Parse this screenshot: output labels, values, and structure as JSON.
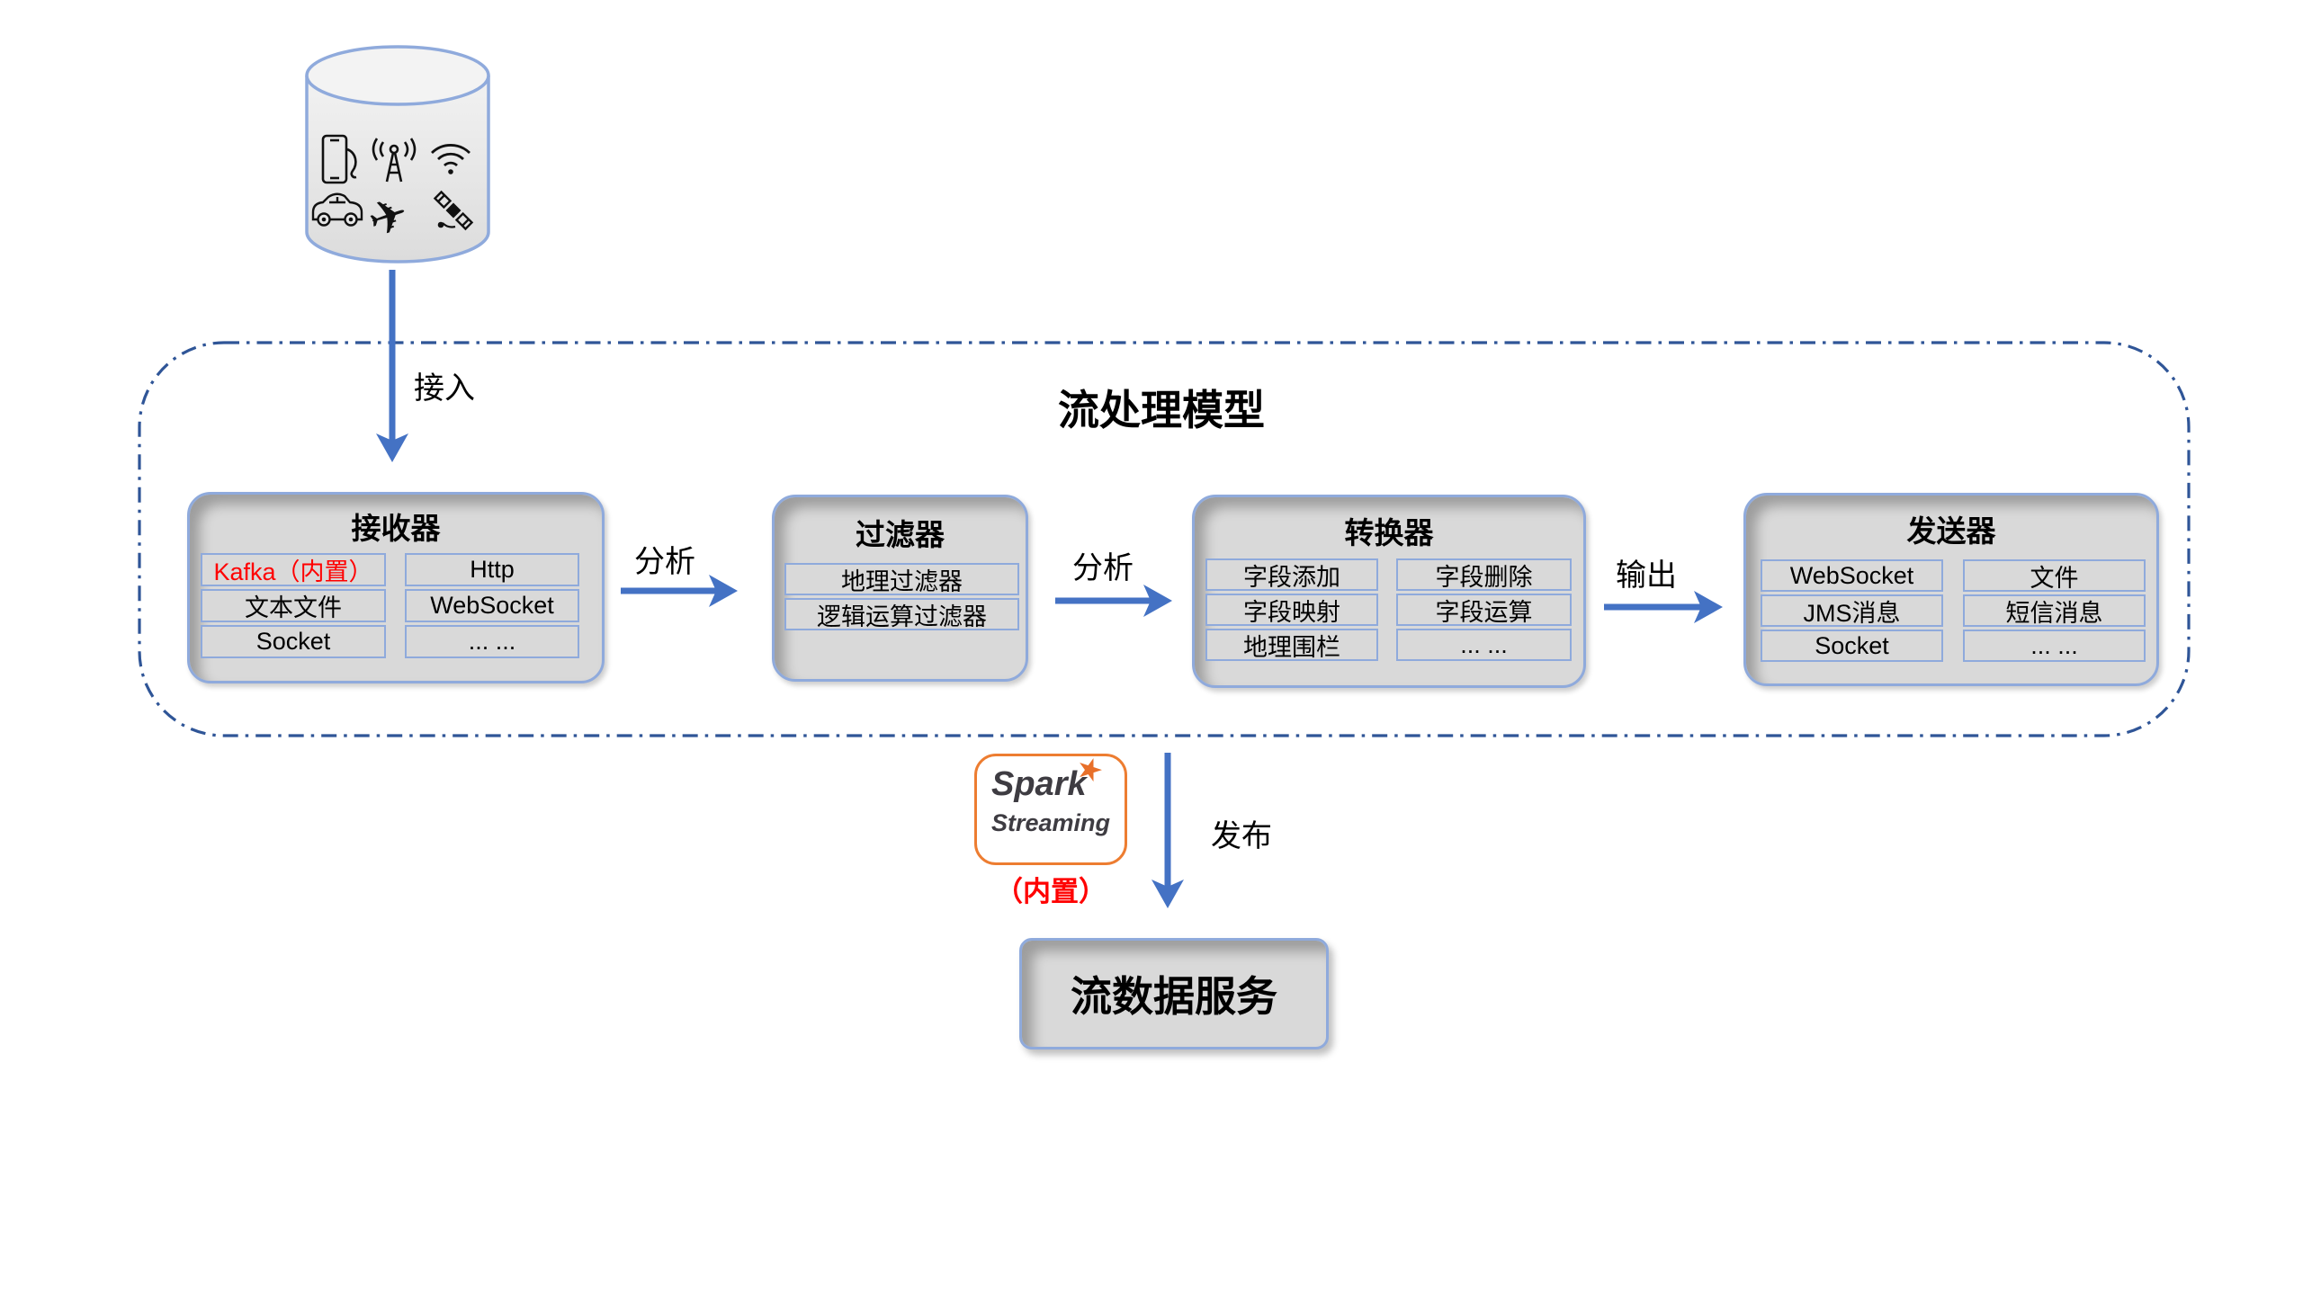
{
  "source": {
    "description_icons": [
      "smartphone",
      "radio-tower",
      "wifi",
      "car",
      "airplane",
      "satellite"
    ]
  },
  "flow_labels": {
    "access": "接入",
    "analyze_1": "分析",
    "analyze_2": "分析",
    "output": "输出",
    "publish": "发布"
  },
  "model": {
    "title": "流处理模型",
    "receiver": {
      "title": "接收器",
      "left_items": [
        "Kafka（内置）",
        "文本文件",
        "Socket"
      ],
      "right_items": [
        "Http",
        "WebSocket",
        "... ..."
      ]
    },
    "filter": {
      "title": "过滤器",
      "items": [
        "地理过滤器",
        "逻辑运算过滤器"
      ]
    },
    "converter": {
      "title": "转换器",
      "left_items": [
        "字段添加",
        "字段映射",
        "地理围栏"
      ],
      "right_items": [
        "字段删除",
        "字段运算",
        "... ..."
      ]
    },
    "sender": {
      "title": "发送器",
      "left_items": [
        "WebSocket",
        "JMS消息",
        "Socket"
      ],
      "right_items": [
        "文件",
        "短信消息",
        "... ..."
      ]
    }
  },
  "spark": {
    "word1": "Spark",
    "word2": "Streaming",
    "star_icon": "spark-star",
    "builtin": "（内置）"
  },
  "service": {
    "title": "流数据服务"
  },
  "colors": {
    "box_border": "#8FAADC",
    "box_fill": "#D9D9D9",
    "arrow_blue": "#4472C4",
    "dashed_border": "#2F5597",
    "kafka_red": "#FF0000",
    "spark_orange": "#E8702A",
    "spark_text": "#3E3C42"
  }
}
